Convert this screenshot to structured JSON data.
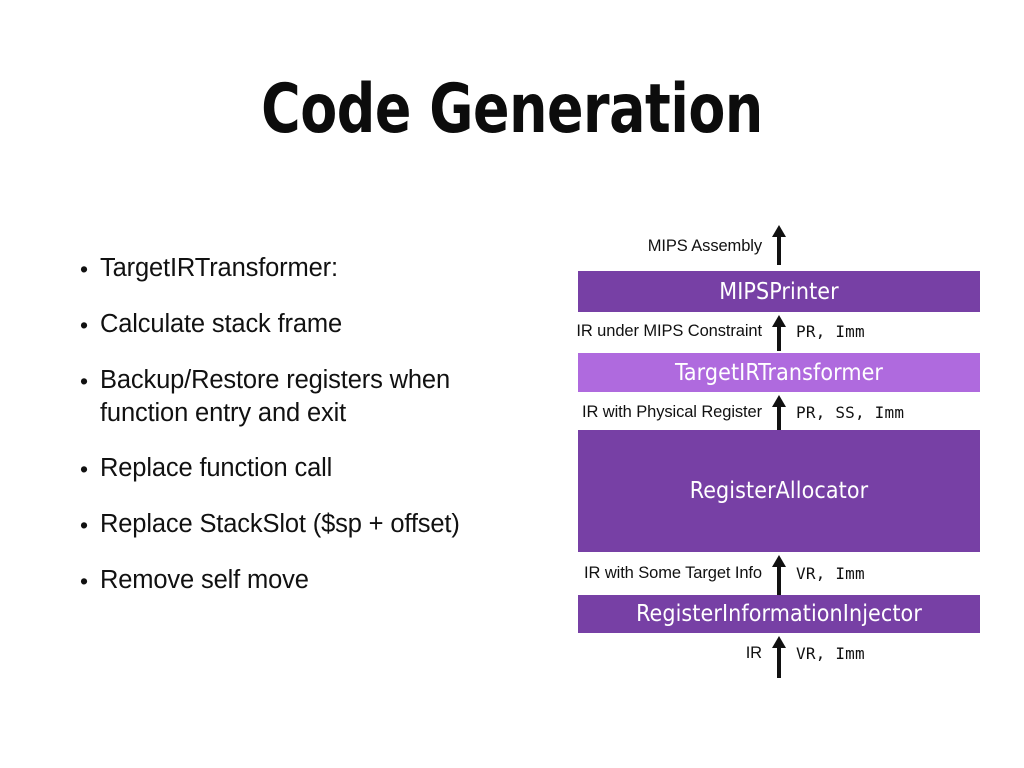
{
  "slide": {
    "title": "Code Generation"
  },
  "bullets": [
    {
      "marker": "•",
      "text": "TargetIRTransformer:"
    },
    {
      "marker": "•",
      "text": "Calculate stack frame"
    },
    {
      "marker": "•",
      "text": "Backup/Restore registers when function entry and exit"
    },
    {
      "marker": "•",
      "text": "Replace function call"
    },
    {
      "marker": "•",
      "text": "Replace StackSlot ($sp + offset)"
    },
    {
      "marker": "•",
      "text": "Remove self move"
    }
  ],
  "diagram": {
    "colors": {
      "stage_default": "#7740a5",
      "stage_highlight": "#af6ade",
      "stage_text": "#ffffff",
      "arrow": "#111111",
      "label_text": "#111111"
    },
    "flows": [
      {
        "left_label": "MIPS Assembly",
        "right_label": ""
      },
      {
        "left_label": "IR under MIPS Constraint",
        "right_label": "PR,  Imm"
      },
      {
        "left_label": "IR with Physical Register",
        "right_label": "PR,  SS,  Imm"
      },
      {
        "left_label": "IR with Some Target Info",
        "right_label": "VR,  Imm"
      },
      {
        "left_label": "IR",
        "right_label": "VR,  Imm"
      }
    ],
    "stages": [
      {
        "name": "MIPSPrinter",
        "highlight": false
      },
      {
        "name": "TargetIRTransformer",
        "highlight": true
      },
      {
        "name": "RegisterAllocator",
        "highlight": false
      },
      {
        "name": "RegisterInformationInjector",
        "highlight": false
      }
    ]
  }
}
